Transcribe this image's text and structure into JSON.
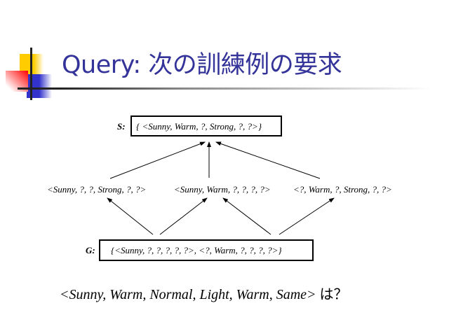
{
  "title": "Query: 次の訓練例の要求",
  "diagram": {
    "s_label": "S:",
    "s_set": "{ <Sunny, Warm, ?, Strong, ?, ?>}",
    "middle": [
      "<Sunny, ?, ?, Strong, ?, ?>",
      "<Sunny, Warm, ?, ?, ?, ?>",
      "<?, Warm, ?, Strong, ?, ?>"
    ],
    "g_label": "G:",
    "g_set": "{<Sunny, ?, ?, ?, ?, ?>, <?, Warm, ?, ?, ?, ?>}"
  },
  "query": {
    "instance": "<Sunny, Warm, Normal, Light, Warm, Same>",
    "suffix": " は？"
  },
  "colors": {
    "title": "#333399",
    "yellow": "#ffcc00",
    "red": "#ff0000",
    "blue": "#3333cc"
  }
}
